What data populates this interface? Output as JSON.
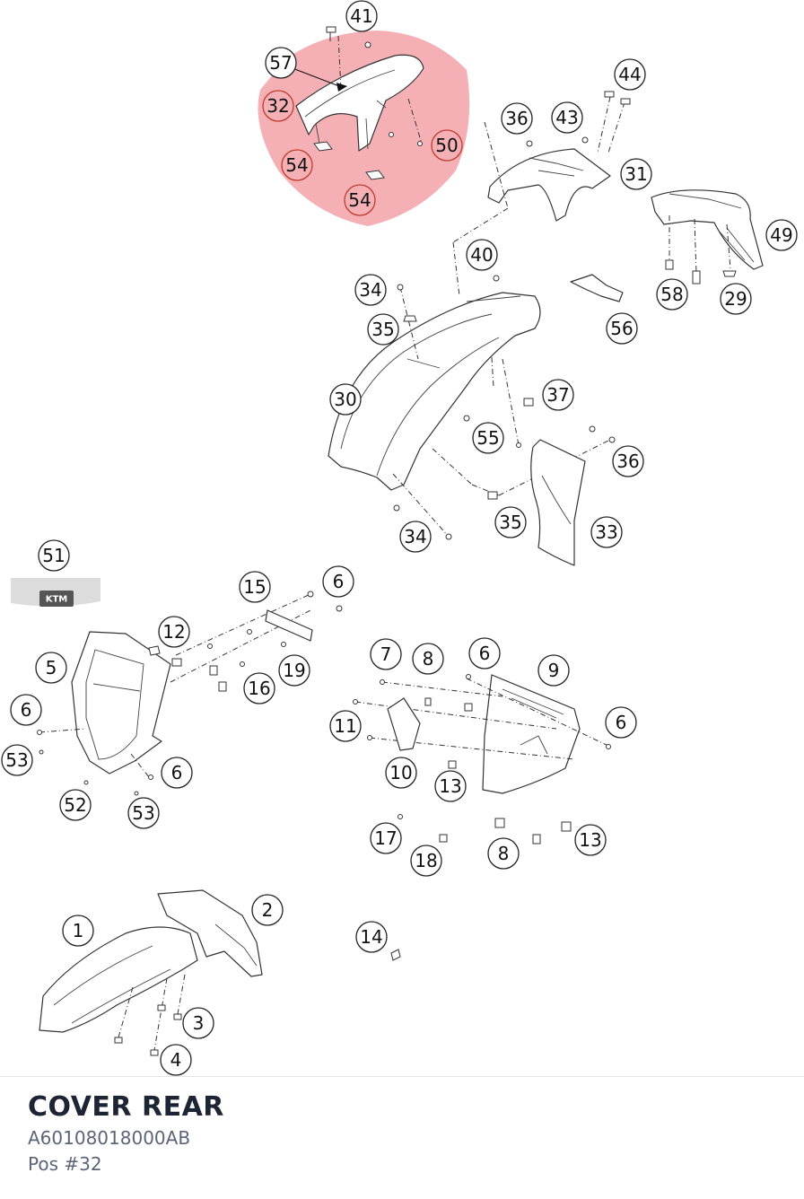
{
  "footer": {
    "title": "COVER REAR",
    "part_number": "A60108018000AB",
    "position": "Pos #32"
  },
  "highlight_color": "#e8505b",
  "logo_text": "KTM",
  "callouts": [
    "41",
    "57",
    "32",
    "50",
    "54",
    "54",
    "44",
    "36",
    "43",
    "31",
    "49",
    "58",
    "29",
    "40",
    "34",
    "35",
    "56",
    "30",
    "37",
    "55",
    "36",
    "35",
    "33",
    "34",
    "51",
    "15",
    "6",
    "12",
    "5",
    "19",
    "16",
    "6",
    "53",
    "6",
    "52",
    "53",
    "7",
    "8",
    "6",
    "9",
    "11",
    "6",
    "10",
    "13",
    "17",
    "13",
    "18",
    "8",
    "1",
    "2",
    "14",
    "3",
    "4"
  ]
}
